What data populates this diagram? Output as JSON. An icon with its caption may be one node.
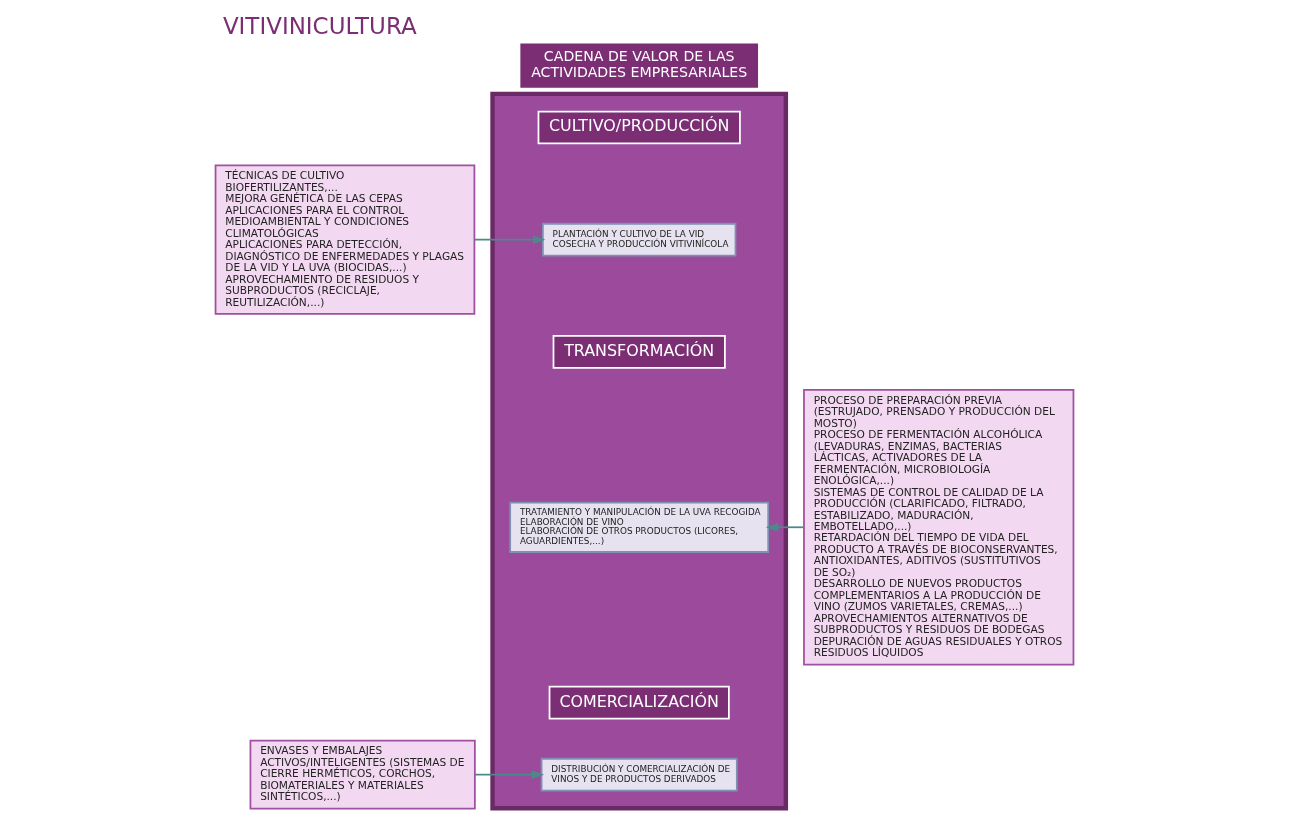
{
  "diagram": {
    "title": "VITIVINICULTURA",
    "nodes": [
      {
        "text": [
          "CADENA DE VALOR DE LAS ACTIVIDADES EMPRESARIALES"
        ]
      },
      {
        "text": [],
        "shape": "chevron"
      },
      {
        "text": [
          "CULTIVO/PRODUCCIÓN"
        ],
        "in": 1
      },
      {
        "text": [
          "PLANTACIÓN Y CULTIVO DE LA VID",
          "COSECHA Y PRODUCCIÓN VITIVINÍCOLA"
        ],
        "in": 1
      },
      {
        "text": [
          "TRANSFORMACIÓN"
        ],
        "in": 1
      },
      {
        "text": [
          "TRATAMIENTO Y MANIPULACIÓN DE LA UVA RECOGIDA",
          "ELABORACIÓN DE VINO",
          "ELABORACIÓN DE OTROS PRODUCTOS (LICORES, AGUARDIENTES,...)"
        ],
        "in": 1
      },
      {
        "text": [
          "COMERCIALIZACIÓN"
        ],
        "in": 1
      },
      {
        "text": [
          "DISTRIBUCIÓN Y COMERCIALIZACIÓN DE VINOS Y DE PRODUCTOS DERIVADOS"
        ],
        "in": 1
      },
      {
        "text": [
          "TÉCNICAS DE CULTIVO",
          "BIOFERTILIZANTES,...",
          "MEJORA GENÉTICA DE LAS CEPAS",
          "APLICACIONES PARA EL CONTROL MEDIOAMBIENTAL Y CONDICIONES CLIMATOLÓGICAS",
          "APLICACIONES PARA DETECCIÓN, DIAGNÓSTICO DE ENFERMEDADES Y PLAGAS DE LA VID Y LA UVA (BIOCIDAS,...)",
          "APROVECHAMIENTO DE RESIDUOS Y SUBPRODUCTOS (RECICLAJE, REUTILIZACIÓN,...)"
        ]
      },
      {
        "text": [
          "PROCESO DE PREPARACIÓN PREVIA (ESTRUJADO, PRENSADO Y PRODUCCIÓN DEL MOSTO)",
          "PROCESO DE FERMENTACIÓN ALCOHÓLICA (LEVADURAS, ENZIMAS, BACTERIAS LÁCTICAS, ACTIVADORES DE LA FERMENTACIÓN, MICROBIOLOGÍA ENOLÓGICA,...)",
          "SISTEMAS DE CONTROL DE CALIDAD DE LA PRODUCCIÓN (CLARIFICADO, FILTRADO, ESTABILIZADO, MADURACIÓN, EMBOTELLADO,...)",
          "RETARDACIÓN DEL TIEMPO DE VIDA DEL PRODUCTO A TRAVÉS DE BIOCONSERVANTES, ANTIOXIDANTES, ADITIVOS (SUSTITUTIVOS DE SO₂)",
          "DESARROLLO DE NUEVOS PRODUCTOS COMPLEMENTARIOS A LA PRODUCCIÓN DE VINO (ZUMOS VARIETALES, CREMAS,...)",
          "APROVECHAMIENTOS ALTERNATIVOS DE SUBPRODUCTOS Y RESIDUOS DE BODEGAS",
          "DEPURACIÓN DE AGUAS RESIDUALES Y OTROS RESIDUOS LÍQUIDOS"
        ]
      },
      {
        "text": [
          "ENVASES Y EMBALAJES ACTIVOS/INTELIGENTES (SISTEMAS DE CIERRE HERMÉTICOS, CORCHOS, BIOMATERIALES Y MATERIALES SINTÉTICOS,...)"
        ]
      }
    ],
    "edges": [
      {
        "from": 8,
        "to": 3,
        "arrow": "to"
      },
      {
        "from": 9,
        "to": 5,
        "arrow": "to"
      },
      {
        "from": 10,
        "to": 7,
        "arrow": "to"
      }
    ]
  }
}
